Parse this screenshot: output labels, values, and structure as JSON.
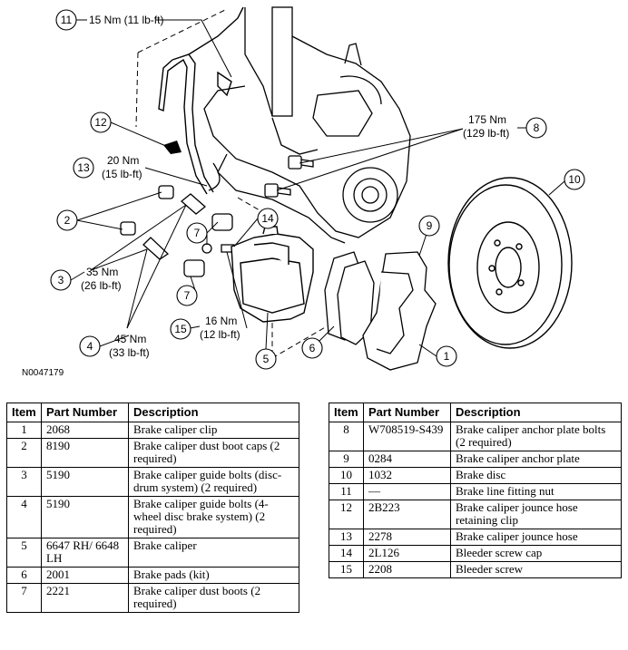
{
  "diagram": {
    "id_code": "N0047179",
    "callouts": [
      {
        "num": "11",
        "label": "15 Nm (11 lb-ft)"
      },
      {
        "num": "12",
        "label": ""
      },
      {
        "num": "13",
        "label_line1": "20 Nm",
        "label_line2": "(15 lb-ft)"
      },
      {
        "num": "2",
        "label": ""
      },
      {
        "num": "3",
        "label_line1": "35 Nm",
        "label_line2": "(26 lb-ft)"
      },
      {
        "num": "4",
        "label_line1": "45 Nm",
        "label_line2": "(33 lb-ft)"
      },
      {
        "num": "7",
        "label": ""
      },
      {
        "num": "14",
        "label": ""
      },
      {
        "num": "15",
        "label_line1": "16 Nm",
        "label_line2": "(12 lb-ft)"
      },
      {
        "num": "5",
        "label": ""
      },
      {
        "num": "6",
        "label": ""
      },
      {
        "num": "9",
        "label": ""
      },
      {
        "num": "1",
        "label": ""
      },
      {
        "num": "10",
        "label": ""
      },
      {
        "num": "8",
        "label_line1": "175 Nm",
        "label_line2": "(129 lb-ft)"
      }
    ]
  },
  "table_headers": {
    "item": "Item",
    "part_number": "Part Number",
    "description": "Description"
  },
  "parts_left": [
    {
      "item": "1",
      "part": "2068",
      "desc": "Brake caliper clip"
    },
    {
      "item": "2",
      "part": "8190",
      "desc": "Brake caliper dust boot caps (2 required)"
    },
    {
      "item": "3",
      "part": "5190",
      "desc": "Brake caliper guide bolts (disc-drum system) (2 required)"
    },
    {
      "item": "4",
      "part": "5190",
      "desc": "Brake caliper guide bolts (4-wheel disc brake system) (2 required)"
    },
    {
      "item": "5",
      "part": "6647 RH/ 6648 LH",
      "desc": "Brake caliper"
    },
    {
      "item": "6",
      "part": "2001",
      "desc": "Brake pads (kit)"
    },
    {
      "item": "7",
      "part": "2221",
      "desc": "Brake caliper dust boots (2 required)"
    }
  ],
  "parts_right": [
    {
      "item": "8",
      "part": "W708519-S439",
      "desc": "Brake caliper anchor plate bolts (2 required)"
    },
    {
      "item": "9",
      "part": "0284",
      "desc": "Brake caliper anchor plate"
    },
    {
      "item": "10",
      "part": "1032",
      "desc": "Brake disc"
    },
    {
      "item": "11",
      "part": "—",
      "desc": "Brake line fitting nut"
    },
    {
      "item": "12",
      "part": "2B223",
      "desc": "Brake caliper jounce hose retaining clip"
    },
    {
      "item": "13",
      "part": "2278",
      "desc": "Brake caliper jounce hose"
    },
    {
      "item": "14",
      "part": "2L126",
      "desc": "Bleeder screw cap"
    },
    {
      "item": "15",
      "part": "2208",
      "desc": "Bleeder screw"
    }
  ]
}
